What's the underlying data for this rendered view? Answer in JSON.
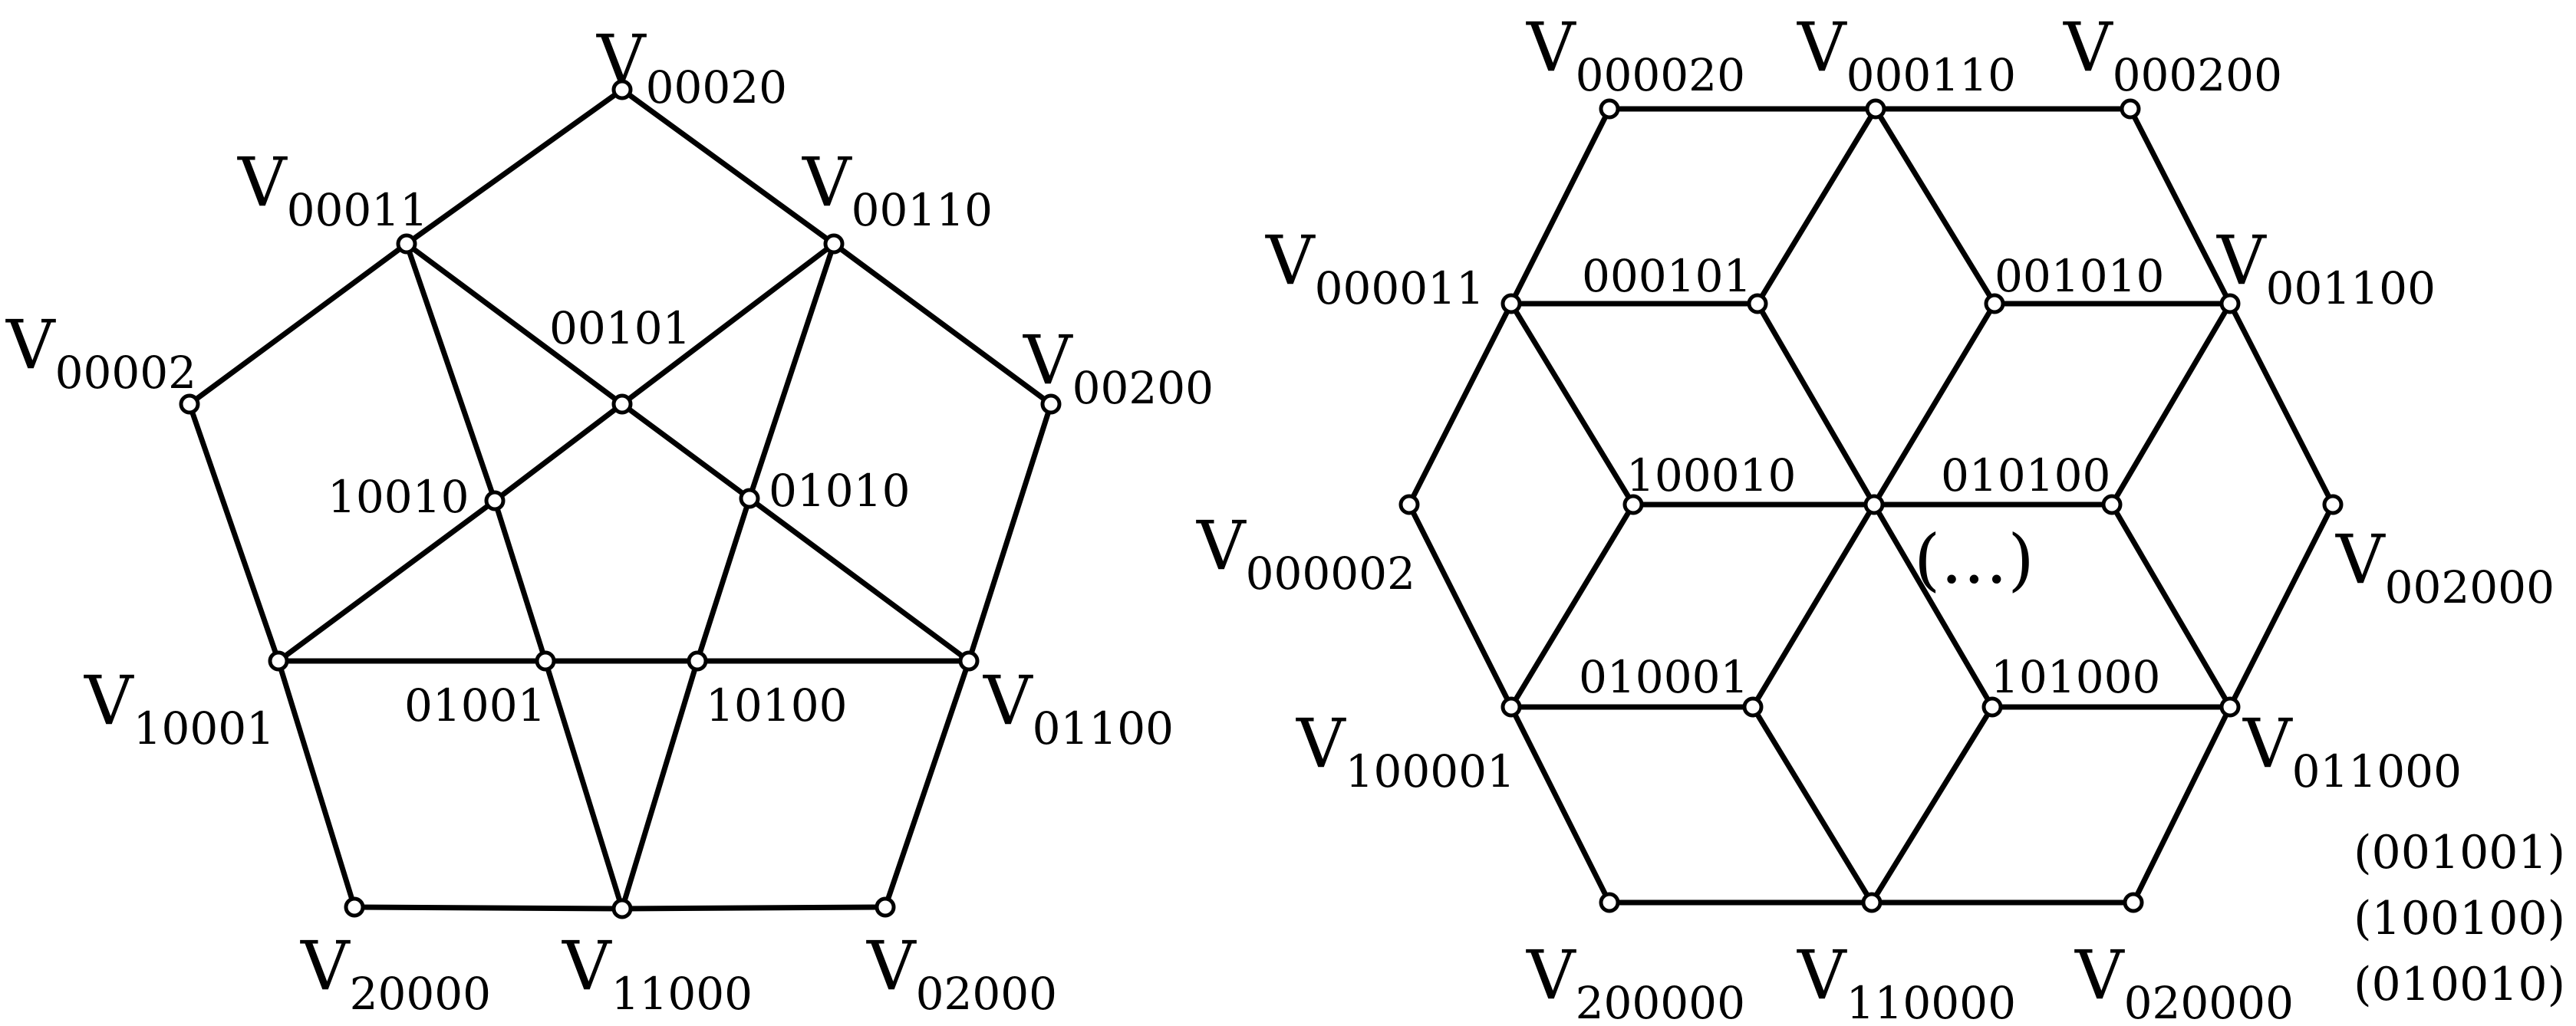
{
  "diagrams": [
    {
      "id": "pentagon",
      "edge_color": "#000000",
      "node_fill": "#ffffff",
      "vertices": [
        {
          "id": "v00020",
          "prefix": "V",
          "sub": "00020",
          "kind": "named"
        },
        {
          "id": "v00011",
          "prefix": "V",
          "sub": "00011",
          "kind": "named"
        },
        {
          "id": "v00110",
          "prefix": "V",
          "sub": "00110",
          "kind": "named"
        },
        {
          "id": "v00002",
          "prefix": "V",
          "sub": "00002",
          "kind": "named"
        },
        {
          "id": "v00200",
          "prefix": "V",
          "sub": "00200",
          "kind": "named"
        },
        {
          "id": "v10001",
          "prefix": "V",
          "sub": "10001",
          "kind": "named"
        },
        {
          "id": "v01100",
          "prefix": "V",
          "sub": "01100",
          "kind": "named"
        },
        {
          "id": "v20000",
          "prefix": "V",
          "sub": "20000",
          "kind": "named"
        },
        {
          "id": "v11000",
          "prefix": "V",
          "sub": "11000",
          "kind": "named"
        },
        {
          "id": "v02000",
          "prefix": "V",
          "sub": "02000",
          "kind": "named"
        },
        {
          "id": "i00101",
          "label": "00101",
          "kind": "inner"
        },
        {
          "id": "i10010",
          "label": "10010",
          "kind": "inner"
        },
        {
          "id": "i01010",
          "label": "01010",
          "kind": "inner"
        },
        {
          "id": "i01001",
          "label": "01001",
          "kind": "inner"
        },
        {
          "id": "i10100",
          "label": "10100",
          "kind": "inner"
        }
      ],
      "edges": [
        [
          "v00020",
          "v00011"
        ],
        [
          "v00020",
          "v00110"
        ],
        [
          "v00011",
          "v00002"
        ],
        [
          "v00110",
          "v00200"
        ],
        [
          "v00002",
          "v10001"
        ],
        [
          "v00200",
          "v01100"
        ],
        [
          "v10001",
          "v20000"
        ],
        [
          "v01100",
          "v02000"
        ],
        [
          "v20000",
          "v11000"
        ],
        [
          "v11000",
          "v02000"
        ],
        [
          "v00011",
          "i00101"
        ],
        [
          "i00101",
          "i01010"
        ],
        [
          "i01010",
          "v01100"
        ],
        [
          "v00110",
          "i00101"
        ],
        [
          "i00101",
          "i10010"
        ],
        [
          "i10010",
          "v10001"
        ],
        [
          "v00011",
          "i10010"
        ],
        [
          "i10010",
          "i01001"
        ],
        [
          "i01001",
          "v11000"
        ],
        [
          "v00110",
          "i01010"
        ],
        [
          "i01010",
          "i10100"
        ],
        [
          "i10100",
          "v11000"
        ],
        [
          "v10001",
          "i01001"
        ],
        [
          "i01001",
          "i10100"
        ],
        [
          "i10100",
          "v01100"
        ]
      ]
    },
    {
      "id": "hexagon",
      "edge_color": "#000000",
      "node_fill": "#ffffff",
      "vertices": [
        {
          "id": "h000020",
          "prefix": "V",
          "sub": "000020",
          "kind": "named"
        },
        {
          "id": "h000110",
          "prefix": "V",
          "sub": "000110",
          "kind": "named"
        },
        {
          "id": "h000200",
          "prefix": "V",
          "sub": "000200",
          "kind": "named"
        },
        {
          "id": "h000011",
          "prefix": "V",
          "sub": "000011",
          "kind": "named"
        },
        {
          "id": "h001100",
          "prefix": "V",
          "sub": "001100",
          "kind": "named"
        },
        {
          "id": "h000002",
          "prefix": "V",
          "sub": "000002",
          "kind": "named"
        },
        {
          "id": "h002000",
          "prefix": "V",
          "sub": "002000",
          "kind": "named"
        },
        {
          "id": "h100001",
          "prefix": "V",
          "sub": "100001",
          "kind": "named"
        },
        {
          "id": "h011000",
          "prefix": "V",
          "sub": "011000",
          "kind": "named"
        },
        {
          "id": "h200000",
          "prefix": "V",
          "sub": "200000",
          "kind": "named"
        },
        {
          "id": "h110000",
          "prefix": "V",
          "sub": "110000",
          "kind": "named"
        },
        {
          "id": "h020000",
          "prefix": "V",
          "sub": "020000",
          "kind": "named"
        },
        {
          "id": "j000101",
          "label": "000101",
          "kind": "inner"
        },
        {
          "id": "j001010",
          "label": "001010",
          "kind": "inner"
        },
        {
          "id": "j100010",
          "label": "100010",
          "kind": "inner"
        },
        {
          "id": "j010100",
          "label": "010100",
          "kind": "inner"
        },
        {
          "id": "j010001",
          "label": "010001",
          "kind": "inner"
        },
        {
          "id": "j101000",
          "label": "101000",
          "kind": "inner"
        },
        {
          "id": "jcenter",
          "label": "",
          "kind": "center"
        }
      ],
      "center_label": "(…)",
      "edges": [
        [
          "h000020",
          "h000110"
        ],
        [
          "h000110",
          "h000200"
        ],
        [
          "h000200",
          "h001100"
        ],
        [
          "h001100",
          "h002000"
        ],
        [
          "h002000",
          "h011000"
        ],
        [
          "h011000",
          "h020000"
        ],
        [
          "h020000",
          "h110000"
        ],
        [
          "h110000",
          "h200000"
        ],
        [
          "h200000",
          "h100001"
        ],
        [
          "h100001",
          "h000002"
        ],
        [
          "h000002",
          "h000011"
        ],
        [
          "h000011",
          "h000020"
        ],
        [
          "h000011",
          "j000101"
        ],
        [
          "h000011",
          "j100010"
        ],
        [
          "j000101",
          "h000110"
        ],
        [
          "j000101",
          "jcenter"
        ],
        [
          "h000110",
          "j001010"
        ],
        [
          "j001010",
          "h001100"
        ],
        [
          "j001010",
          "jcenter"
        ],
        [
          "h001100",
          "j010100"
        ],
        [
          "j100010",
          "jcenter"
        ],
        [
          "j100010",
          "h100001"
        ],
        [
          "jcenter",
          "j010100"
        ],
        [
          "j010100",
          "h011000"
        ],
        [
          "h100001",
          "j010001"
        ],
        [
          "j010001",
          "jcenter"
        ],
        [
          "j010001",
          "h110000"
        ],
        [
          "jcenter",
          "j101000"
        ],
        [
          "j101000",
          "h011000"
        ],
        [
          "j101000",
          "h110000"
        ]
      ],
      "notes": [
        "(001001)",
        "(100100)",
        "(010010)"
      ]
    }
  ]
}
